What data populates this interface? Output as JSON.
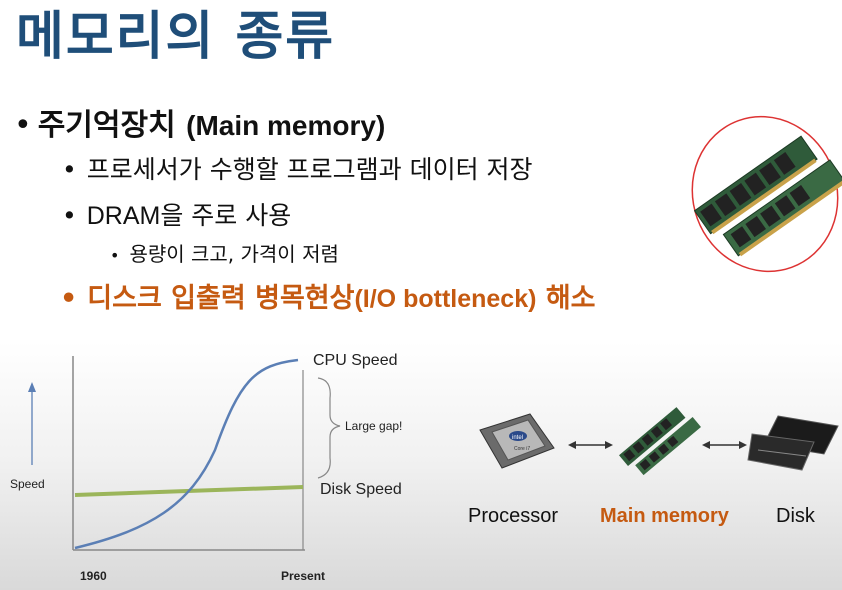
{
  "slide": {
    "title": "메모리의 종류",
    "bullets": {
      "main_kr": "주기억장치",
      "main_en": "(Main memory)",
      "sub1": "프로세서가 수행할 프로그램과 데이터 저장",
      "sub2_en": "DRAM",
      "sub2_kr": "을 주로 사용",
      "sub2_detail": "용량이 크고, 가격이 저렴",
      "sub3_kr_a": "디스크 입출력 병목현상",
      "sub3_en": "(I/O bottleneck)",
      "sub3_kr_b": " 해소"
    },
    "bullet_symbol": "•",
    "accent_color": "#c55a11",
    "title_color": "#1f4e79"
  },
  "chart_data": {
    "type": "line",
    "ylabel": "Speed",
    "xlabel": "",
    "x_ticks": [
      "1960",
      "Present"
    ],
    "series": [
      {
        "name": "CPU Speed",
        "color": "#5b7fb5",
        "shape": "s-curve, rising sharply"
      },
      {
        "name": "Disk Speed",
        "color": "#9bb55a",
        "shape": "nearly flat, slight rise"
      }
    ],
    "annotation": "Large gap!"
  },
  "hierarchy": {
    "items": [
      {
        "label": "Processor",
        "icon": "cpu-chip-icon"
      },
      {
        "label": "Main memory",
        "icon": "ram-module-icon",
        "highlight": true
      },
      {
        "label": "Disk",
        "icon": "ssd-drive-icon"
      }
    ],
    "connector": "double-arrow"
  }
}
